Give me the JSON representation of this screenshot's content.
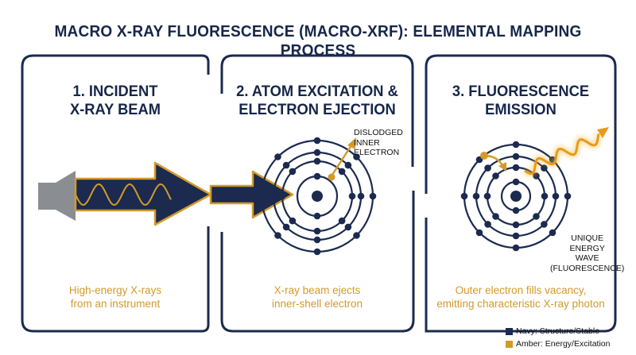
{
  "title": "MACRO X-RAY FLUORESCENCE (MACRO-XRF): ELEMENTAL MAPPING PROCESS",
  "panels": [
    {
      "title": "1. INCIDENT\nX-RAY BEAM",
      "caption": "High-energy X-rays\nfrom an instrument"
    },
    {
      "title": "2. ATOM EXCITATION &\nELECTRON EJECTION",
      "caption": "X-ray beam ejects\ninner-shell electron"
    },
    {
      "title": "3. FLUORESCENCE\nEMISSION",
      "caption": "Outer electron fills vacancy,\nemitting characteristic X-ray photon"
    }
  ],
  "labels": {
    "dislodged": "DISLODGED\nINNER\nELECTRON",
    "unique": "UNIQUE\nENERGY\nWAVE\n(FLUORESCENCE)"
  },
  "legend": [
    {
      "label": "Navy: Structure/Stable",
      "color": "#1b2a4e"
    },
    {
      "label": "Amber: Energy/Excitation",
      "color": "#d39a2a"
    }
  ],
  "colors": {
    "navy": "#1b2a4e",
    "amber": "#d39a2a",
    "gray": "#8a8d91"
  }
}
